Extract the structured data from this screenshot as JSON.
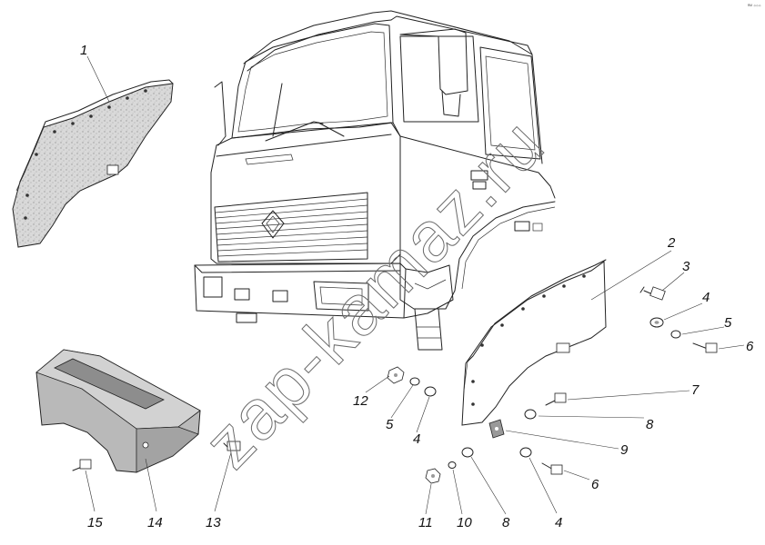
{
  "watermark": "zap-kamaz.ru",
  "corner_mark": "ᴿᴹ ⸰⸰⸰",
  "callouts": [
    {
      "id": "c1",
      "number": "1"
    },
    {
      "id": "c2",
      "number": "2"
    },
    {
      "id": "c3",
      "number": "3"
    },
    {
      "id": "c4a",
      "number": "4"
    },
    {
      "id": "c5a",
      "number": "5"
    },
    {
      "id": "c6a",
      "number": "6"
    },
    {
      "id": "c7",
      "number": "7"
    },
    {
      "id": "c8a",
      "number": "8"
    },
    {
      "id": "c9",
      "number": "9"
    },
    {
      "id": "c6b",
      "number": "6"
    },
    {
      "id": "c4b",
      "number": "4"
    },
    {
      "id": "c8b",
      "number": "8"
    },
    {
      "id": "c10",
      "number": "10"
    },
    {
      "id": "c11",
      "number": "11"
    },
    {
      "id": "c12",
      "number": "12"
    },
    {
      "id": "c5b",
      "number": "5"
    },
    {
      "id": "c4c",
      "number": "4"
    },
    {
      "id": "c13",
      "number": "13"
    },
    {
      "id": "c14",
      "number": "14"
    },
    {
      "id": "c15",
      "number": "15"
    }
  ]
}
